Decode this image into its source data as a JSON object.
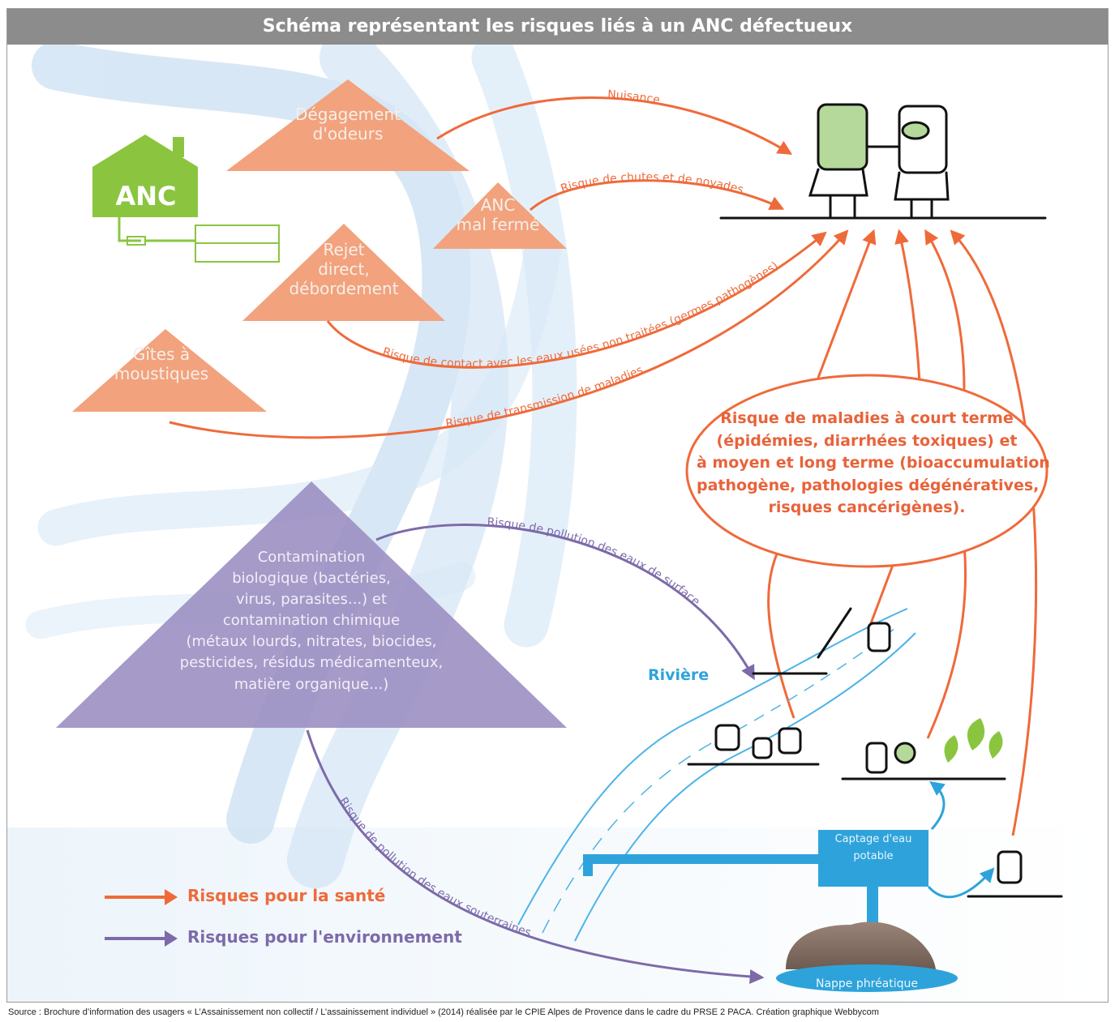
{
  "title": "Schéma représentant les risques liés à un ANC défectueux",
  "sources": {
    "anc_house": "ANC",
    "odeurs": [
      "Dégagement",
      "d'odeurs"
    ],
    "mal_ferme": [
      "ANC",
      "mal fermé"
    ],
    "rejet": [
      "Rejet",
      "direct,",
      "débordement"
    ],
    "moustiques": [
      "Gîtes à",
      "moustiques"
    ],
    "contamination": [
      "Contamination",
      "biologique (bactéries,",
      "virus, parasites...) et",
      "contamination chimique",
      "(métaux lourds, nitrates, biocides,",
      "pesticides, résidus médicamenteux,",
      "matière organique...)"
    ]
  },
  "flows": {
    "nuisance": "Nuisance",
    "chutes": "Risque de chutes et de noyades",
    "contact": "Risque de contact avec les eaux usées non traitées (germes pathogènes)",
    "transmission": "Risque de transmission de maladies",
    "surface": "Risque de pollution des eaux de surface",
    "souterraines": "Risque de pollution des eaux souterraines"
  },
  "risk_bubble": [
    "Risque de maladies à court terme",
    "(épidémies, diarrhées toxiques) et",
    "à moyen et long terme (bioaccumulation",
    "pathogène, pathologies dégénératives,",
    "risques cancérigènes)."
  ],
  "places": {
    "riviere": "Rivière",
    "captage": [
      "Captage d'eau",
      "potable"
    ],
    "nappe": "Nappe phréatique"
  },
  "legend": {
    "sante": "Risques pour la santé",
    "environnement": "Risques pour l'environnement"
  },
  "colors": {
    "health": "#ef6a3a",
    "environment": "#7d6aaa",
    "triangle_orange": "#f2a27d",
    "triangle_purple": "#9d91c3",
    "water": "#2ea3db",
    "anc_green": "#8bc540",
    "title_bar": "#8c8c8c"
  },
  "source": "Source : Brochure d’information des usagers « L’Assainissement non collectif / L’assainissement individuel » (2014) réalisée par le CPIE Alpes de Provence dans le cadre du PRSE 2 PACA. Création graphique Webbycom"
}
